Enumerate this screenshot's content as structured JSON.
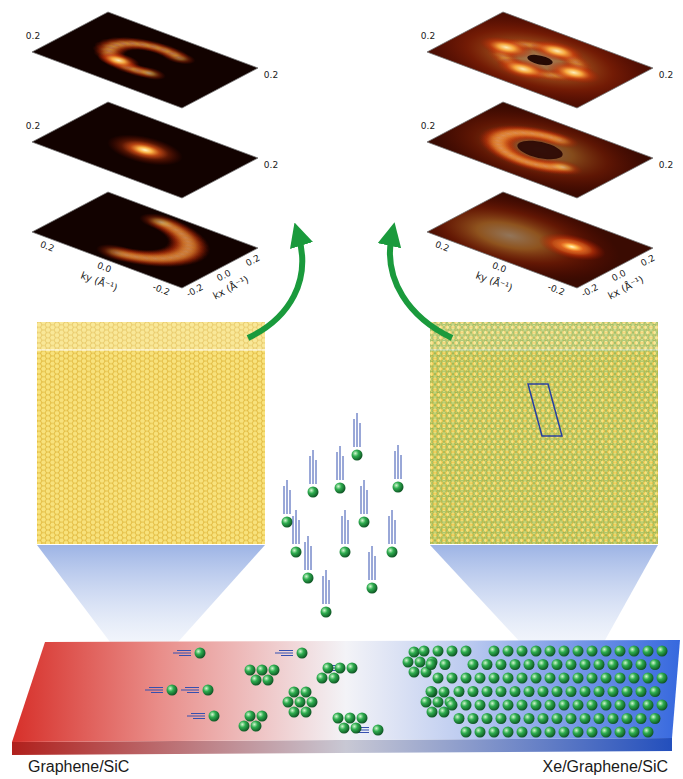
{
  "diagram": {
    "labels": [
      "Graphene/SiC",
      "Xe/Graphene/SiC",
      "0.2",
      "0.2",
      "0.2",
      "0.2",
      "0.2",
      "0.0",
      "-0.2",
      "ky (Å⁻¹)",
      "-0.2",
      "0.0",
      "0.2",
      "kx (Å⁻¹)",
      "0.2",
      "0.2",
      "0.2",
      "0.2",
      "0.2",
      "0.0",
      "-0.2",
      "ky (Å⁻¹)",
      "-0.2",
      "0.0",
      "0.2",
      "kx (Å⁻¹)"
    ]
  }
}
